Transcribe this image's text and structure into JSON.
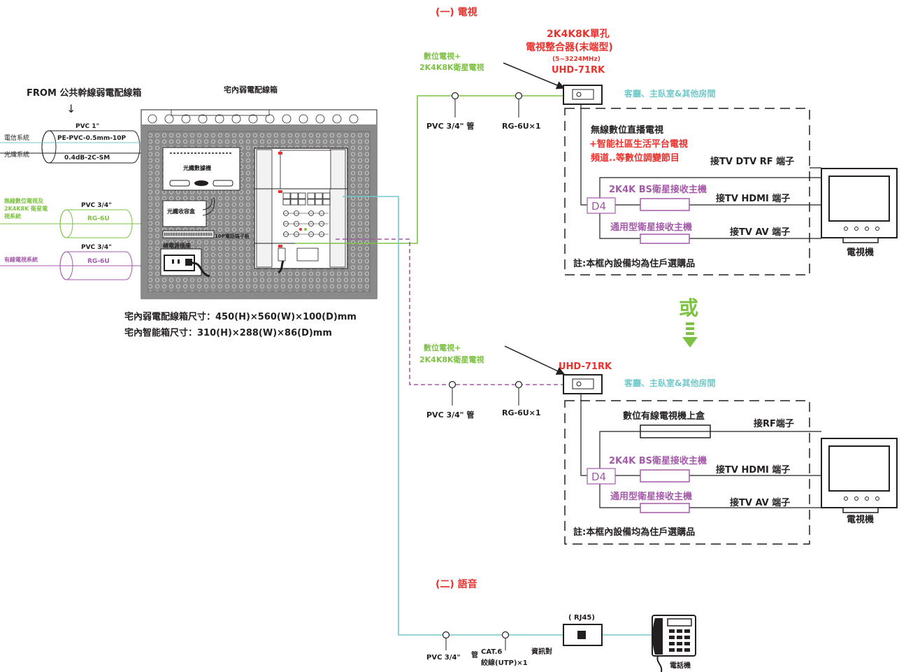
{
  "colors": {
    "red": "#e8322d",
    "green": "#7dc242",
    "purple": "#a35aa8",
    "cyan": "#74c8c9",
    "black": "#231f20",
    "gray": "#8a8a8a"
  },
  "section_tv": "(一) 電視",
  "section_voice": "(二) 語音",
  "left": {
    "from_label": "FROM 公共幹線弱電配線箱",
    "arrow_glyph": "↓",
    "cable1": {
      "pvc": "PVC 1\"",
      "line1": "PE-PVC-0.5mm-10P",
      "line2": "0.4dB-2C-SM",
      "sys1": "電信系統",
      "sys2": "光纖系統"
    },
    "cable2": {
      "pvc": "PVC 3/4\"",
      "type": "RG-6U",
      "sys_line1": "無線數位電視及",
      "sys_line2": "2K4K8K 衛星電",
      "sys_line3": "視系統"
    },
    "cable3": {
      "pvc": "PVC 3/4\"",
      "type": "RG-6U",
      "sys": "有線電視系統"
    }
  },
  "box": {
    "title": "宅內弱電配線箱",
    "modem": "光纖數據機",
    "fiber_box": "光纖收容盒",
    "terminal": "10P電話端子板",
    "power": "總電源插座",
    "size1": "宅內弱電配線箱尺寸：450(H)×560(W)×100(D)mm",
    "size2": "宅內智能箱尺寸：310(H)×288(W)×86(D)mm"
  },
  "tv1": {
    "mixer_line1": "2K4K8K單孔",
    "mixer_line2": "電視整合器(末端型)",
    "mixer_range": "(5~3224MHz)",
    "model": "UHD-71RK",
    "signal_line1": "數位電視+",
    "signal_line2": "2K4K8K衛星電視",
    "pvc": "PVC 3/4\" 管",
    "coax": "RG-6U×1",
    "room": "客廳、主臥室&其他房間",
    "desc1": "無線數位直播電視",
    "desc2": "+智能社區生活平台電視",
    "desc3": "頻道..等數位調變節目",
    "port_dtv": "接TV  DTV  RF 端子",
    "bs_receiver": "2K4K BS衛星接收主機",
    "port_hdmi": "接TV   HDMI  端子",
    "d4": "D4",
    "gen_receiver": "通用型衛星接收主機",
    "port_av": "接TV   AV  端子",
    "note": "註:本框內設備均為住戶選購品",
    "tv_label": "電視機"
  },
  "or_label": "或",
  "tv2": {
    "signal_line1": "數位電視+",
    "signal_line2": "2K4K8K衛星電視",
    "model": "UHD-71RK",
    "pvc": "PVC 3/4\" 管",
    "coax": "RG-6U×1",
    "room": "客廳、主臥室&其他房間",
    "cable_stb": "數位有線電視機上盒",
    "port_rf": "接RF端子",
    "bs_receiver": "2K4K BS衛星接收主機",
    "port_hdmi": "接TV   HDMI  端子",
    "d4": "D4",
    "gen_receiver": "通用型衛星接收主機",
    "port_av": "接TV   AV  端子",
    "note": "註:本框內設備均為住戶選購品",
    "tv_label": "電視機"
  },
  "voice": {
    "pvc": "PVC 3/4\"",
    "pipe": "管",
    "cat": "CAT.6",
    "utp": "絞線(UTP)×1",
    "pair": "資訊對",
    "rj45": "( RJ45)",
    "phone": "電話機"
  }
}
